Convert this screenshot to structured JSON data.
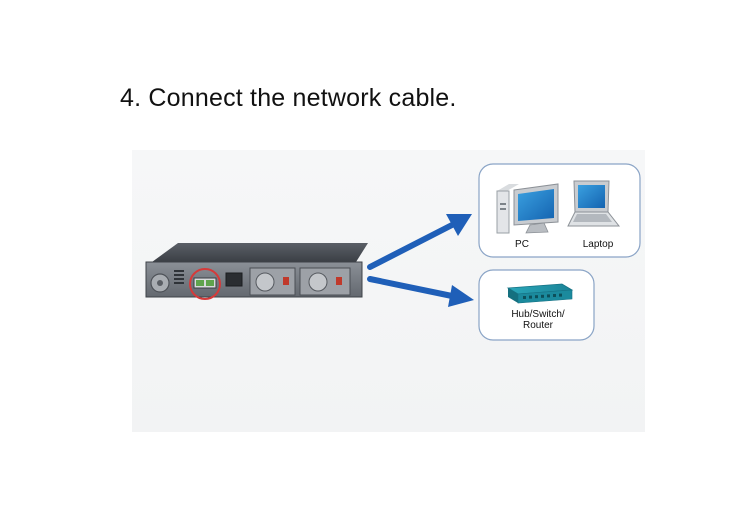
{
  "title": "4. Connect the network cable.",
  "devices": {
    "pc_label": "PC",
    "laptop_label": "Laptop",
    "hub_label_line1": "Hub/Switch/",
    "hub_label_line2": "Router"
  },
  "colors": {
    "arrow": "#1f5fb8",
    "box_border": "#8aa4c6",
    "highlight_circle": "#d63a3a",
    "hub_body": "#1e8ea3"
  }
}
